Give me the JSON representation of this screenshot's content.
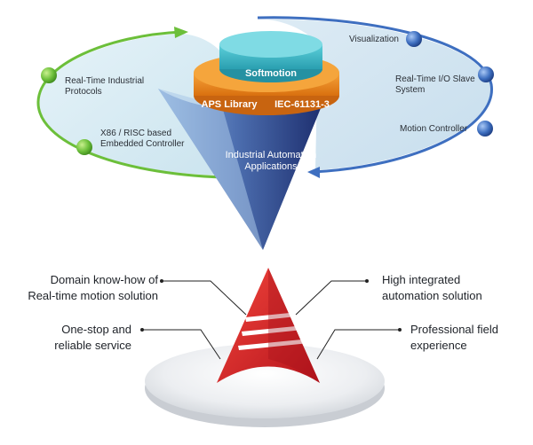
{
  "colors": {
    "green_ring": "#6cbf3a",
    "blue_ring": "#3e6fc0",
    "panel_left": "#d9ecf4",
    "panel_right": "#d6e8f3",
    "disc_top": "#3fb6c4",
    "disc_orange": "#f08a1f",
    "cone_dark": "#1f2f73",
    "cone_light": "#8ab0dc",
    "logo_red": "#e3232b",
    "platform": "#eef0f2"
  },
  "top_diagram": {
    "left_labels": {
      "protocols": [
        "Real-Time Industrial",
        "Protocols"
      ],
      "controller": [
        "X86 / RISC based",
        "Embedded Controller"
      ]
    },
    "right_labels": {
      "visualization": "Visualization",
      "io_slave": [
        "Real-Time I/O Slave",
        "System"
      ],
      "motion": "Motion Controller"
    },
    "disc_top_label": "Softmotion",
    "disc_mid_labels": [
      "APS Library",
      "IEC-61131-3"
    ],
    "cone_label": [
      "Industrial Automation",
      "Applications"
    ]
  },
  "bottom_diagram": {
    "domain": [
      "Domain know-how of",
      "Real-time motion solution"
    ],
    "integrated": [
      "High integrated",
      "automation solution"
    ],
    "service": [
      "One-stop and",
      "reliable service"
    ],
    "experience": [
      "Professional field",
      "experience"
    ]
  }
}
